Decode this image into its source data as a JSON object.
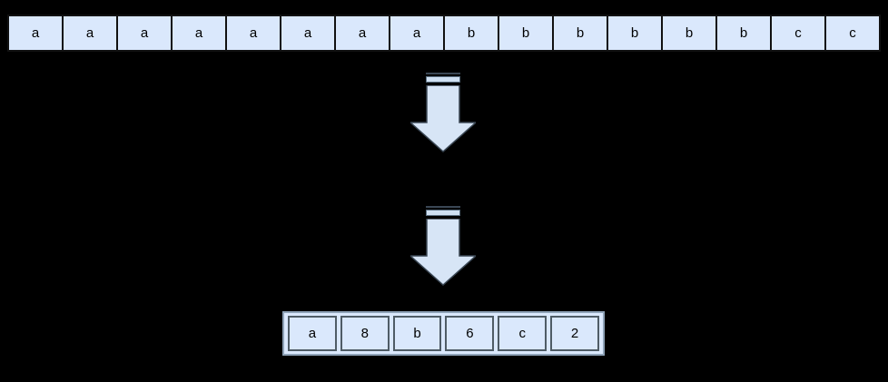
{
  "colors": {
    "background": "#000000",
    "cell-fill": "#dae8fc",
    "top-border": "#111111",
    "arrow-fill": "#d7e5f6",
    "arrow-stroke": "#3a4754",
    "stripe-fill": "#cfe0f2",
    "stripe-border": "#5a6e80",
    "container-border": "#8fa3b8",
    "encoded-border": "#4f5c66",
    "text-color": "#000000"
  },
  "top_row": {
    "cells": [
      "a",
      "a",
      "a",
      "a",
      "a",
      "a",
      "a",
      "a",
      "b",
      "b",
      "b",
      "b",
      "b",
      "b",
      "c",
      "c"
    ]
  },
  "bottom_row": {
    "cells": [
      "a",
      "8",
      "b",
      "6",
      "c",
      "2"
    ]
  }
}
